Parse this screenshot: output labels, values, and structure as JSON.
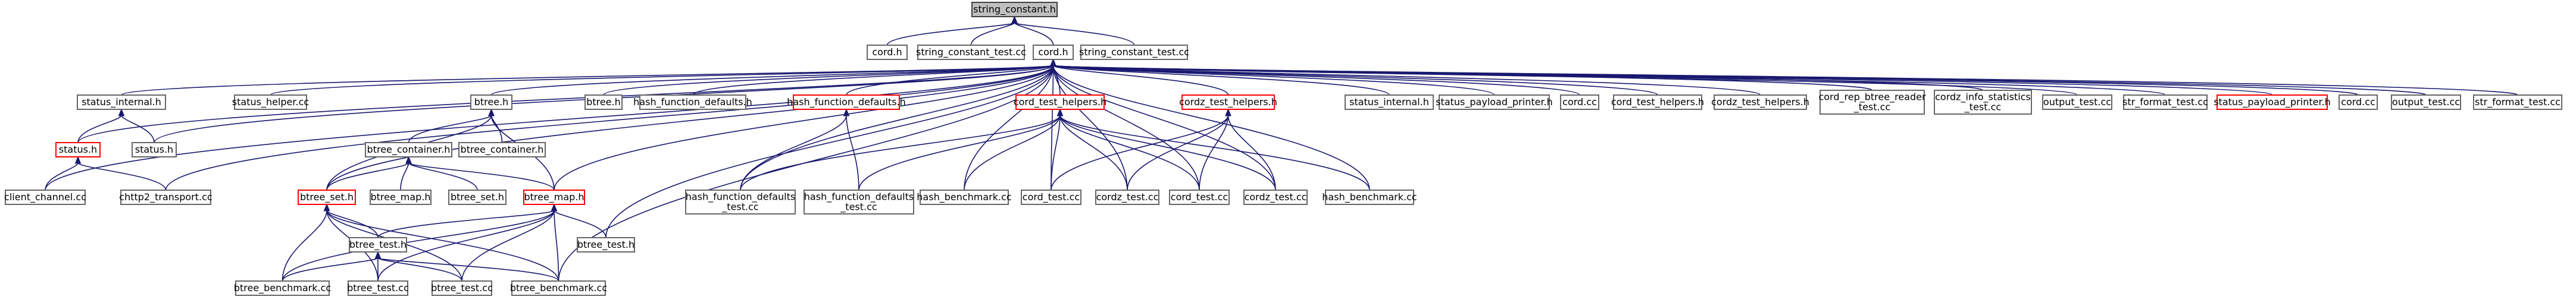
{
  "colors": {
    "edge": "#191970",
    "node_border": "#666666",
    "root_fill": "#bfbfbf",
    "root_border": "#404040",
    "incomplete_border": "#ff0000",
    "background": "#ffffff"
  },
  "nodes": {
    "string_constant_h": {
      "lines": [
        "string_constant.h"
      ],
      "root": true
    },
    "cord_h_1": {
      "lines": [
        "cord.h"
      ]
    },
    "string_constant_test_1": {
      "lines": [
        "string_constant_test.cc"
      ]
    },
    "cord_h_main": {
      "lines": [
        "cord.h"
      ]
    },
    "string_constant_test_2": {
      "lines": [
        "string_constant_test.cc"
      ]
    },
    "status_internal_h_left": {
      "lines": [
        "status_internal.h"
      ]
    },
    "status_h": {
      "lines": [
        "status.h"
      ],
      "incomplete": true
    },
    "status_h_2": {
      "lines": [
        "status.h"
      ]
    },
    "status_helper": {
      "lines": [
        "status_helper.cc"
      ]
    },
    "btree_h_top": {
      "lines": [
        "btree.h"
      ]
    },
    "btree_container_h": {
      "lines": [
        "btree_container.h"
      ]
    },
    "btree_container_2": {
      "lines": [
        "btree_container.h"
      ]
    },
    "btree_set_h": {
      "lines": [
        "btree_set.h"
      ],
      "incomplete": true
    },
    "btree_map_h_small": {
      "lines": [
        "btree_map.h"
      ]
    },
    "btree_set_h_2": {
      "lines": [
        "btree_set.h"
      ]
    },
    "btree_map_h": {
      "lines": [
        "btree_map.h"
      ],
      "incomplete": true
    },
    "btree_test_h": {
      "lines": [
        "btree_test.h"
      ]
    },
    "btree_test_h_2": {
      "lines": [
        "btree_test.h"
      ]
    },
    "btree_benchmark_1": {
      "lines": [
        "btree_benchmark.cc"
      ]
    },
    "btree_test_cc_1": {
      "lines": [
        "btree_test.cc"
      ]
    },
    "btree_test_cc_2": {
      "lines": [
        "btree_test.cc"
      ]
    },
    "btree_benchmark_2": {
      "lines": [
        "btree_benchmark.cc"
      ]
    },
    "client_channel": {
      "lines": [
        "client_channel.cc"
      ]
    },
    "chttp2_transport": {
      "lines": [
        "chttp2_transport.cc"
      ]
    },
    "btree_h_2": {
      "lines": [
        "btree.h"
      ]
    },
    "hash_function_defaults_h": {
      "lines": [
        "hash_function_defaults.h"
      ]
    },
    "hash_function_defaults_h_red": {
      "lines": [
        "hash_function_defaults.h"
      ],
      "incomplete": true
    },
    "hfd_test_1": {
      "lines": [
        "hash_function_defaults",
        "_test.cc"
      ]
    },
    "hfd_test_2": {
      "lines": [
        "hash_function_defaults",
        "_test.cc"
      ]
    },
    "cord_test_helpers_red": {
      "lines": [
        "cord_test_helpers.h"
      ],
      "incomplete": true
    },
    "cordz_test_helpers_red": {
      "lines": [
        "cordz_test_helpers.h"
      ],
      "incomplete": true
    },
    "hash_benchmark_1": {
      "lines": [
        "hash_benchmark.cc"
      ]
    },
    "cord_test_cc_1": {
      "lines": [
        "cord_test.cc"
      ]
    },
    "cordz_test_cc_1": {
      "lines": [
        "cordz_test.cc"
      ]
    },
    "cord_test_cc_2": {
      "lines": [
        "cord_test.cc"
      ]
    },
    "cordz_test_cc_2": {
      "lines": [
        "cordz_test.cc"
      ]
    },
    "hash_benchmark_2": {
      "lines": [
        "hash_benchmark.cc"
      ]
    },
    "status_internal_h_right": {
      "lines": [
        "status_internal.h"
      ]
    },
    "status_payload_printer_h": {
      "lines": [
        "status_payload_printer.h"
      ]
    },
    "cord_cc_1": {
      "lines": [
        "cord.cc"
      ]
    },
    "cord_test_helpers_h": {
      "lines": [
        "cord_test_helpers.h"
      ]
    },
    "cordz_test_helpers_h": {
      "lines": [
        "cordz_test_helpers.h"
      ]
    },
    "cord_rep_btree_reader": {
      "lines": [
        "cord_rep_btree_reader",
        "_test.cc"
      ]
    },
    "cordz_info_statistics": {
      "lines": [
        "cordz_info_statistics",
        "_test.cc"
      ]
    },
    "output_test_cc_1": {
      "lines": [
        "output_test.cc"
      ]
    },
    "str_format_test_1": {
      "lines": [
        "str_format_test.cc"
      ]
    },
    "status_payload_printer_red": {
      "lines": [
        "status_payload_printer.h"
      ],
      "incomplete": true
    },
    "cord_cc_2": {
      "lines": [
        "cord.cc"
      ]
    },
    "output_test_cc_2": {
      "lines": [
        "output_test.cc"
      ]
    },
    "str_format_test_2": {
      "lines": [
        "str_format_test.cc"
      ]
    }
  },
  "edges": [
    [
      "cord_h_1",
      "string_constant_h"
    ],
    [
      "string_constant_test_1",
      "string_constant_h"
    ],
    [
      "cord_h_main",
      "string_constant_h"
    ],
    [
      "string_constant_test_2",
      "string_constant_h"
    ],
    [
      "status_internal_h_left",
      "cord_h_main"
    ],
    [
      "status_h",
      "cord_h_main"
    ],
    [
      "status_h_2",
      "cord_h_main"
    ],
    [
      "status_helper",
      "cord_h_main"
    ],
    [
      "btree_h_top",
      "cord_h_main"
    ],
    [
      "btree_set_h",
      "cord_h_main"
    ],
    [
      "btree_map_h",
      "cord_h_main"
    ],
    [
      "btree_test_h_2",
      "cord_h_main"
    ],
    [
      "btree_benchmark_2",
      "cord_h_main"
    ],
    [
      "client_channel",
      "cord_h_main"
    ],
    [
      "chttp2_transport",
      "cord_h_main"
    ],
    [
      "btree_h_2",
      "cord_h_main"
    ],
    [
      "hash_function_defaults_h",
      "cord_h_main"
    ],
    [
      "hfd_test_1",
      "cord_h_main"
    ],
    [
      "hash_function_defaults_h_red",
      "cord_h_main"
    ],
    [
      "cord_test_helpers_red",
      "cord_h_main"
    ],
    [
      "cordz_test_helpers_red",
      "cord_h_main"
    ],
    [
      "hash_benchmark_1",
      "cord_h_main"
    ],
    [
      "cord_test_cc_1",
      "cord_h_main"
    ],
    [
      "cordz_test_cc_1",
      "cord_h_main"
    ],
    [
      "cord_test_cc_2",
      "cord_h_main"
    ],
    [
      "cordz_test_cc_2",
      "cord_h_main"
    ],
    [
      "hash_benchmark_2",
      "cord_h_main"
    ],
    [
      "status_internal_h_right",
      "cord_h_main"
    ],
    [
      "status_payload_printer_h",
      "cord_h_main"
    ],
    [
      "cord_cc_1",
      "cord_h_main"
    ],
    [
      "cord_test_helpers_h",
      "cord_h_main"
    ],
    [
      "cordz_test_helpers_h",
      "cord_h_main"
    ],
    [
      "cord_rep_btree_reader",
      "cord_h_main"
    ],
    [
      "cordz_info_statistics",
      "cord_h_main"
    ],
    [
      "output_test_cc_1",
      "cord_h_main"
    ],
    [
      "str_format_test_1",
      "cord_h_main"
    ],
    [
      "status_payload_printer_red",
      "cord_h_main"
    ],
    [
      "cord_cc_2",
      "cord_h_main"
    ],
    [
      "output_test_cc_2",
      "cord_h_main"
    ],
    [
      "str_format_test_2",
      "cord_h_main"
    ],
    [
      "status_h",
      "status_internal_h_left"
    ],
    [
      "status_h_2",
      "status_internal_h_left"
    ],
    [
      "client_channel",
      "status_h"
    ],
    [
      "chttp2_transport",
      "status_h"
    ],
    [
      "btree_container_h",
      "btree_h_top"
    ],
    [
      "btree_container_2",
      "btree_h_top"
    ],
    [
      "btree_set_h",
      "btree_h_top"
    ],
    [
      "btree_map_h",
      "btree_h_top"
    ],
    [
      "btree_set_h",
      "btree_container_h"
    ],
    [
      "btree_map_h_small",
      "btree_container_h"
    ],
    [
      "btree_set_h_2",
      "btree_container_h"
    ],
    [
      "btree_map_h",
      "btree_container_h"
    ],
    [
      "btree_test_h",
      "btree_set_h"
    ],
    [
      "btree_benchmark_1",
      "btree_set_h"
    ],
    [
      "btree_test_cc_1",
      "btree_set_h"
    ],
    [
      "btree_test_cc_2",
      "btree_set_h"
    ],
    [
      "btree_benchmark_2",
      "btree_set_h"
    ],
    [
      "btree_test_h",
      "btree_map_h"
    ],
    [
      "btree_test_h_2",
      "btree_map_h"
    ],
    [
      "btree_benchmark_1",
      "btree_map_h"
    ],
    [
      "btree_test_cc_1",
      "btree_map_h"
    ],
    [
      "btree_test_cc_2",
      "btree_map_h"
    ],
    [
      "btree_benchmark_2",
      "btree_map_h"
    ],
    [
      "btree_benchmark_1",
      "btree_test_h"
    ],
    [
      "btree_test_cc_1",
      "btree_test_h"
    ],
    [
      "btree_test_cc_2",
      "btree_test_h"
    ],
    [
      "btree_benchmark_2",
      "btree_test_h"
    ],
    [
      "hfd_test_2",
      "hash_function_defaults_h_red"
    ],
    [
      "hfd_test_1",
      "hash_function_defaults_h_red"
    ],
    [
      "hfd_test_1",
      "cord_test_helpers_red"
    ],
    [
      "hfd_test_2",
      "cord_test_helpers_red"
    ],
    [
      "hash_benchmark_1",
      "cord_test_helpers_red"
    ],
    [
      "cord_test_cc_1",
      "cord_test_helpers_red"
    ],
    [
      "cordz_test_cc_1",
      "cord_test_helpers_red"
    ],
    [
      "cord_test_cc_2",
      "cord_test_helpers_red"
    ],
    [
      "cordz_test_cc_2",
      "cord_test_helpers_red"
    ],
    [
      "hash_benchmark_2",
      "cord_test_helpers_red"
    ],
    [
      "cord_test_cc_1",
      "cordz_test_helpers_red"
    ],
    [
      "cordz_test_cc_1",
      "cordz_test_helpers_red"
    ],
    [
      "cord_test_cc_2",
      "cordz_test_helpers_red"
    ],
    [
      "cordz_test_cc_2",
      "cordz_test_helpers_red"
    ]
  ]
}
